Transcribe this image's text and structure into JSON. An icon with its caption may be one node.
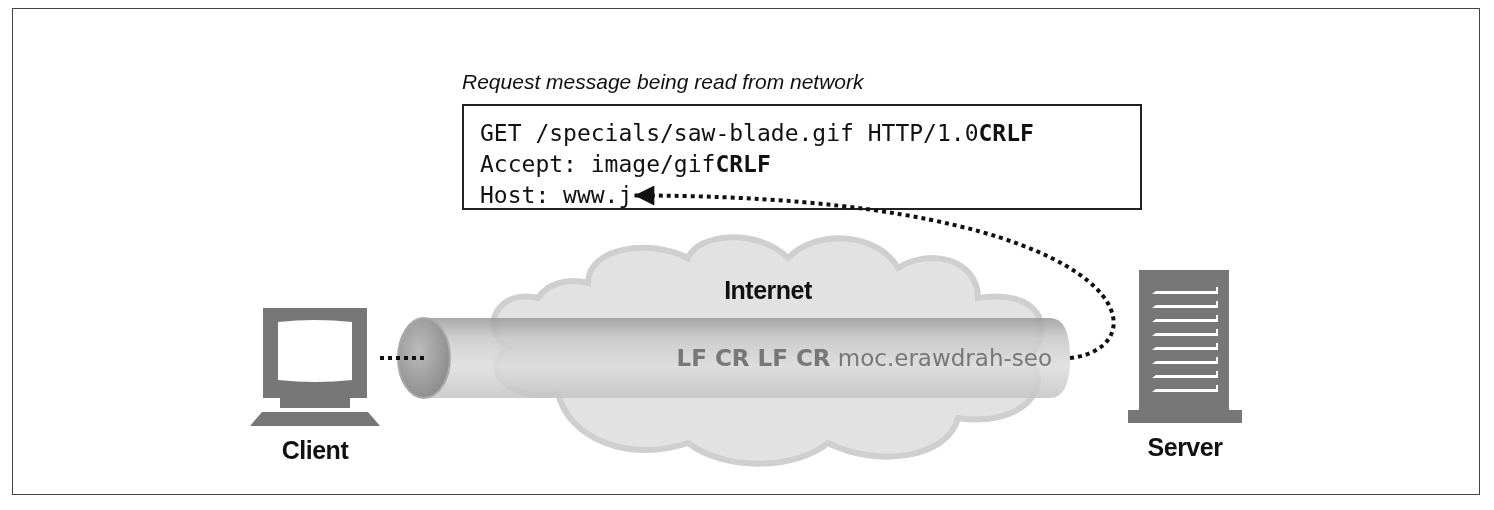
{
  "diagram": {
    "nodes": [
      {
        "text": [
          "Request message being read from network",
          "GET /specials/saw-blade.gif HTTP/1.0**CRLF**",
          "Accept: image/gif**CRLF**"
        ]
      },
      {
        "text": [
          "Host: www.j"
        ],
        "in": 0
      },
      {
        "text": [
          "Client"
        ]
      },
      {
        "text": [
          "Internet"
        ]
      },
      {
        "text": [
          "**LF CR LF CR** moc.erawdrah-seo"
        ]
      },
      {
        "text": [
          "Server"
        ]
      }
    ],
    "edges": [
      {
        "from": 2,
        "to": 4,
        "arrow": "none"
      },
      {
        "from": 4,
        "to": 1,
        "arrow": "to"
      }
    ]
  }
}
